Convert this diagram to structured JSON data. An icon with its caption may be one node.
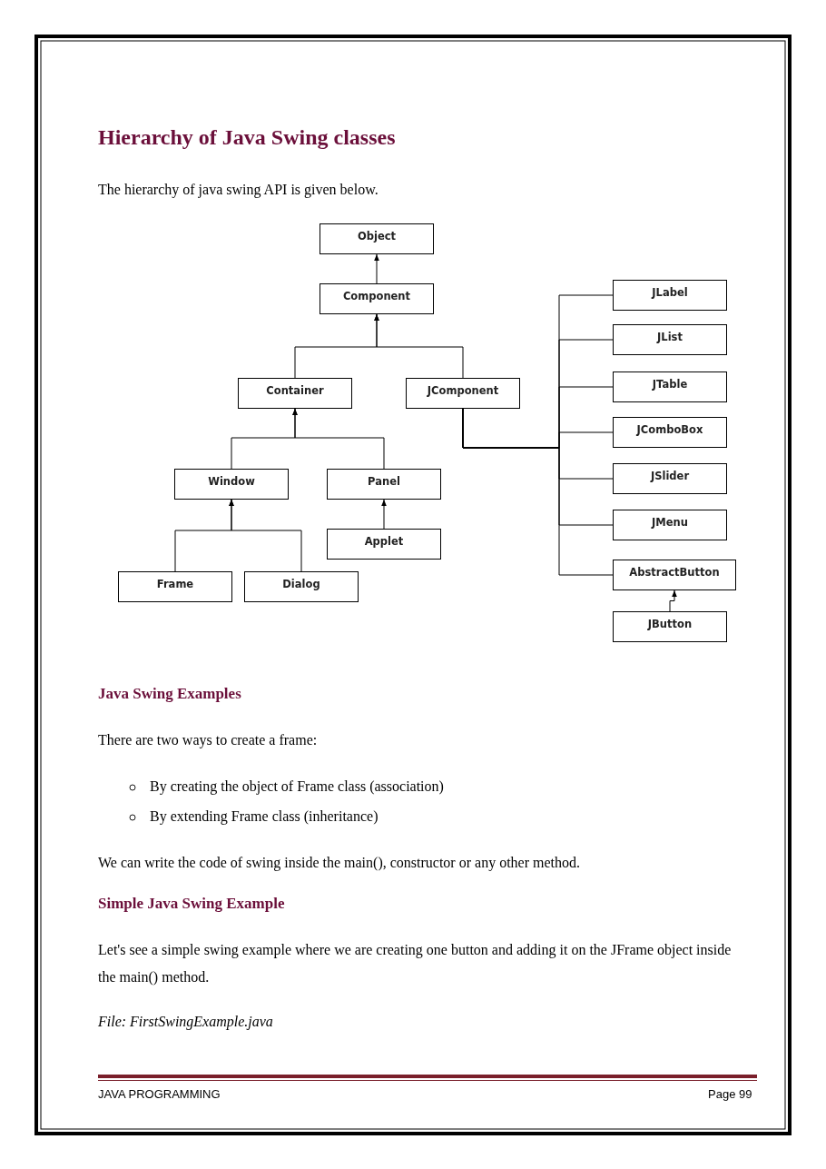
{
  "diagram": {
    "title": "Hierarchy of Java Swing classes",
    "nodes": [
      {
        "text": [
          "Object"
        ]
      },
      {
        "text": [
          "Component"
        ]
      },
      {
        "text": [
          "JLabel"
        ]
      },
      {
        "text": [
          "JList"
        ]
      },
      {
        "text": [
          "Container"
        ]
      },
      {
        "text": [
          "JComponent"
        ]
      },
      {
        "text": [
          "JTable"
        ]
      },
      {
        "text": [
          "JComboBox"
        ]
      },
      {
        "text": [
          "Window"
        ]
      },
      {
        "text": [
          "Panel"
        ]
      },
      {
        "text": [
          "JSlider"
        ]
      },
      {
        "text": [
          "JMenu"
        ]
      },
      {
        "text": [
          "Applet"
        ]
      },
      {
        "text": [
          "AbstractButton"
        ]
      },
      {
        "text": [
          "Frame"
        ]
      },
      {
        "text": [
          "Dialog"
        ]
      },
      {
        "text": [
          "JButton"
        ]
      }
    ],
    "edges": [
      {
        "from": 1,
        "to": 0,
        "arrow": "to"
      },
      {
        "from": 4,
        "to": 1,
        "arrow": "to"
      },
      {
        "from": 5,
        "to": 1,
        "arrow": "to"
      },
      {
        "from": 8,
        "to": 4,
        "arrow": "to"
      },
      {
        "from": 9,
        "to": 4,
        "arrow": "to"
      },
      {
        "from": 14,
        "to": 8,
        "arrow": "to"
      },
      {
        "from": 15,
        "to": 8,
        "arrow": "to"
      },
      {
        "from": 12,
        "to": 9,
        "arrow": "to"
      },
      {
        "from": 16,
        "to": 13,
        "arrow": "to"
      },
      {
        "from": 5,
        "to": 2,
        "arrow": "none"
      },
      {
        "from": 5,
        "to": 3,
        "arrow": "none"
      },
      {
        "from": 5,
        "to": 6,
        "arrow": "none"
      },
      {
        "from": 5,
        "to": 7,
        "arrow": "none"
      },
      {
        "from": 5,
        "to": 10,
        "arrow": "none"
      },
      {
        "from": 5,
        "to": 11,
        "arrow": "none"
      },
      {
        "from": 5,
        "to": 13,
        "arrow": "none"
      }
    ],
    "labels": [
      "The hierarchy of java swing API is given below.",
      "Java Swing Examples",
      "There are two ways to create a frame:",
      "By creating the object of Frame class (association)",
      "By extending Frame class (inheritance)",
      "We can write the code of swing inside the main(), constructor or any other method.",
      "Simple Java Swing Example",
      "Let's see a simple swing example where we are creating one button and adding it on the JFrame object inside the main() method.",
      "File: FirstSwingExample.java",
      "JAVA PROGRAMMING",
      "Page 99"
    ]
  }
}
